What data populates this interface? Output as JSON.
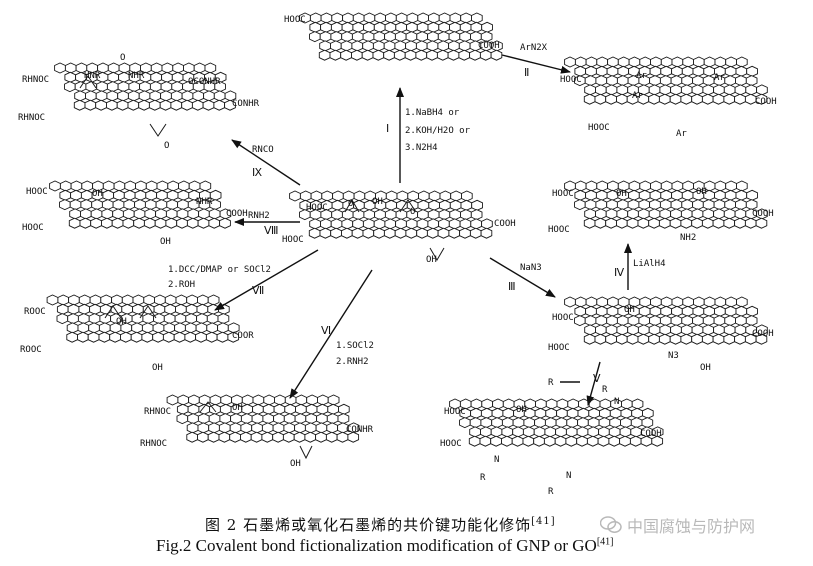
{
  "structures": {
    "top": {
      "l1": "HOOC",
      "l2": "COOH"
    },
    "upper_right": {
      "l1": "HOOC",
      "l2": "COOH",
      "l3": "HOOC",
      "ar": "Ar"
    },
    "upper_left": {
      "l1": "RHNOC",
      "l2": "RHNOC",
      "l3": "HNR",
      "l4": "NHR",
      "l5": "OCONHR",
      "l6": "CONHR",
      "o": "O"
    },
    "center": {
      "l1": "HOOC",
      "l2": "HOOC",
      "l3": "COOH",
      "oh": "OH",
      "o": "O"
    },
    "mid_left": {
      "l1": "HOOC",
      "l2": "HOOC",
      "l3": "COOH",
      "l4": "NHR",
      "oh": "OH"
    },
    "mid_right": {
      "l1": "HOOC",
      "l2": "HOOC",
      "l3": "COOH",
      "oh": "OH",
      "nh2": "NH2"
    },
    "lower_left": {
      "l1": "ROOC",
      "l2": "ROOC",
      "l3": "COOR",
      "oh": "OH",
      "o": "O"
    },
    "lower_right": {
      "l1": "HOOC",
      "l2": "HOOC",
      "l3": "COOH",
      "oh": "OH",
      "n3": "N3"
    },
    "bottom_center": {
      "l1": "RHNOC",
      "l2": "RHNOC",
      "l3": "CONHR",
      "oh": "OH",
      "o": "O"
    },
    "bottom_right": {
      "l1": "HOOC",
      "l2": "HOOC",
      "l3": "COOH",
      "oh": "OH",
      "r": "R",
      "n": "N"
    }
  },
  "reactions": {
    "I": {
      "numeral": "Ⅰ",
      "cond1": "1.NaBH4 or",
      "cond2": "2.KOH/H2O or",
      "cond3": "3.N2H4"
    },
    "II": {
      "numeral": "Ⅱ",
      "cond1": "ArN2X"
    },
    "III": {
      "numeral": "Ⅲ",
      "cond1": "NaN3"
    },
    "IV": {
      "numeral": "Ⅳ",
      "cond1": "LiAlH4"
    },
    "V": {
      "numeral": "Ⅴ",
      "cond1": "R"
    },
    "VI": {
      "numeral": "Ⅵ",
      "cond1": "1.SOCl2",
      "cond2": "2.RNH2"
    },
    "VII": {
      "numeral": "Ⅶ",
      "cond1": "1.DCC/DMAP or SOCl2",
      "cond2": "2.ROH"
    },
    "VIII": {
      "numeral": "Ⅷ",
      "cond1": "RNH2"
    },
    "IX": {
      "numeral": "Ⅸ",
      "cond1": "RNCO"
    }
  },
  "caption": {
    "zh": "图 2   石墨烯或氧化石墨烯的共价键功能化修饰",
    "zh_ref": "[41]",
    "en": "Fig.2 Covalent bond fictionalization modification of GNP or GO",
    "en_ref": "[41]"
  },
  "watermark": {
    "text": "中国腐蚀与防护网"
  },
  "colors": {
    "ink": "#111111",
    "watermark": "#b9b9b9"
  }
}
